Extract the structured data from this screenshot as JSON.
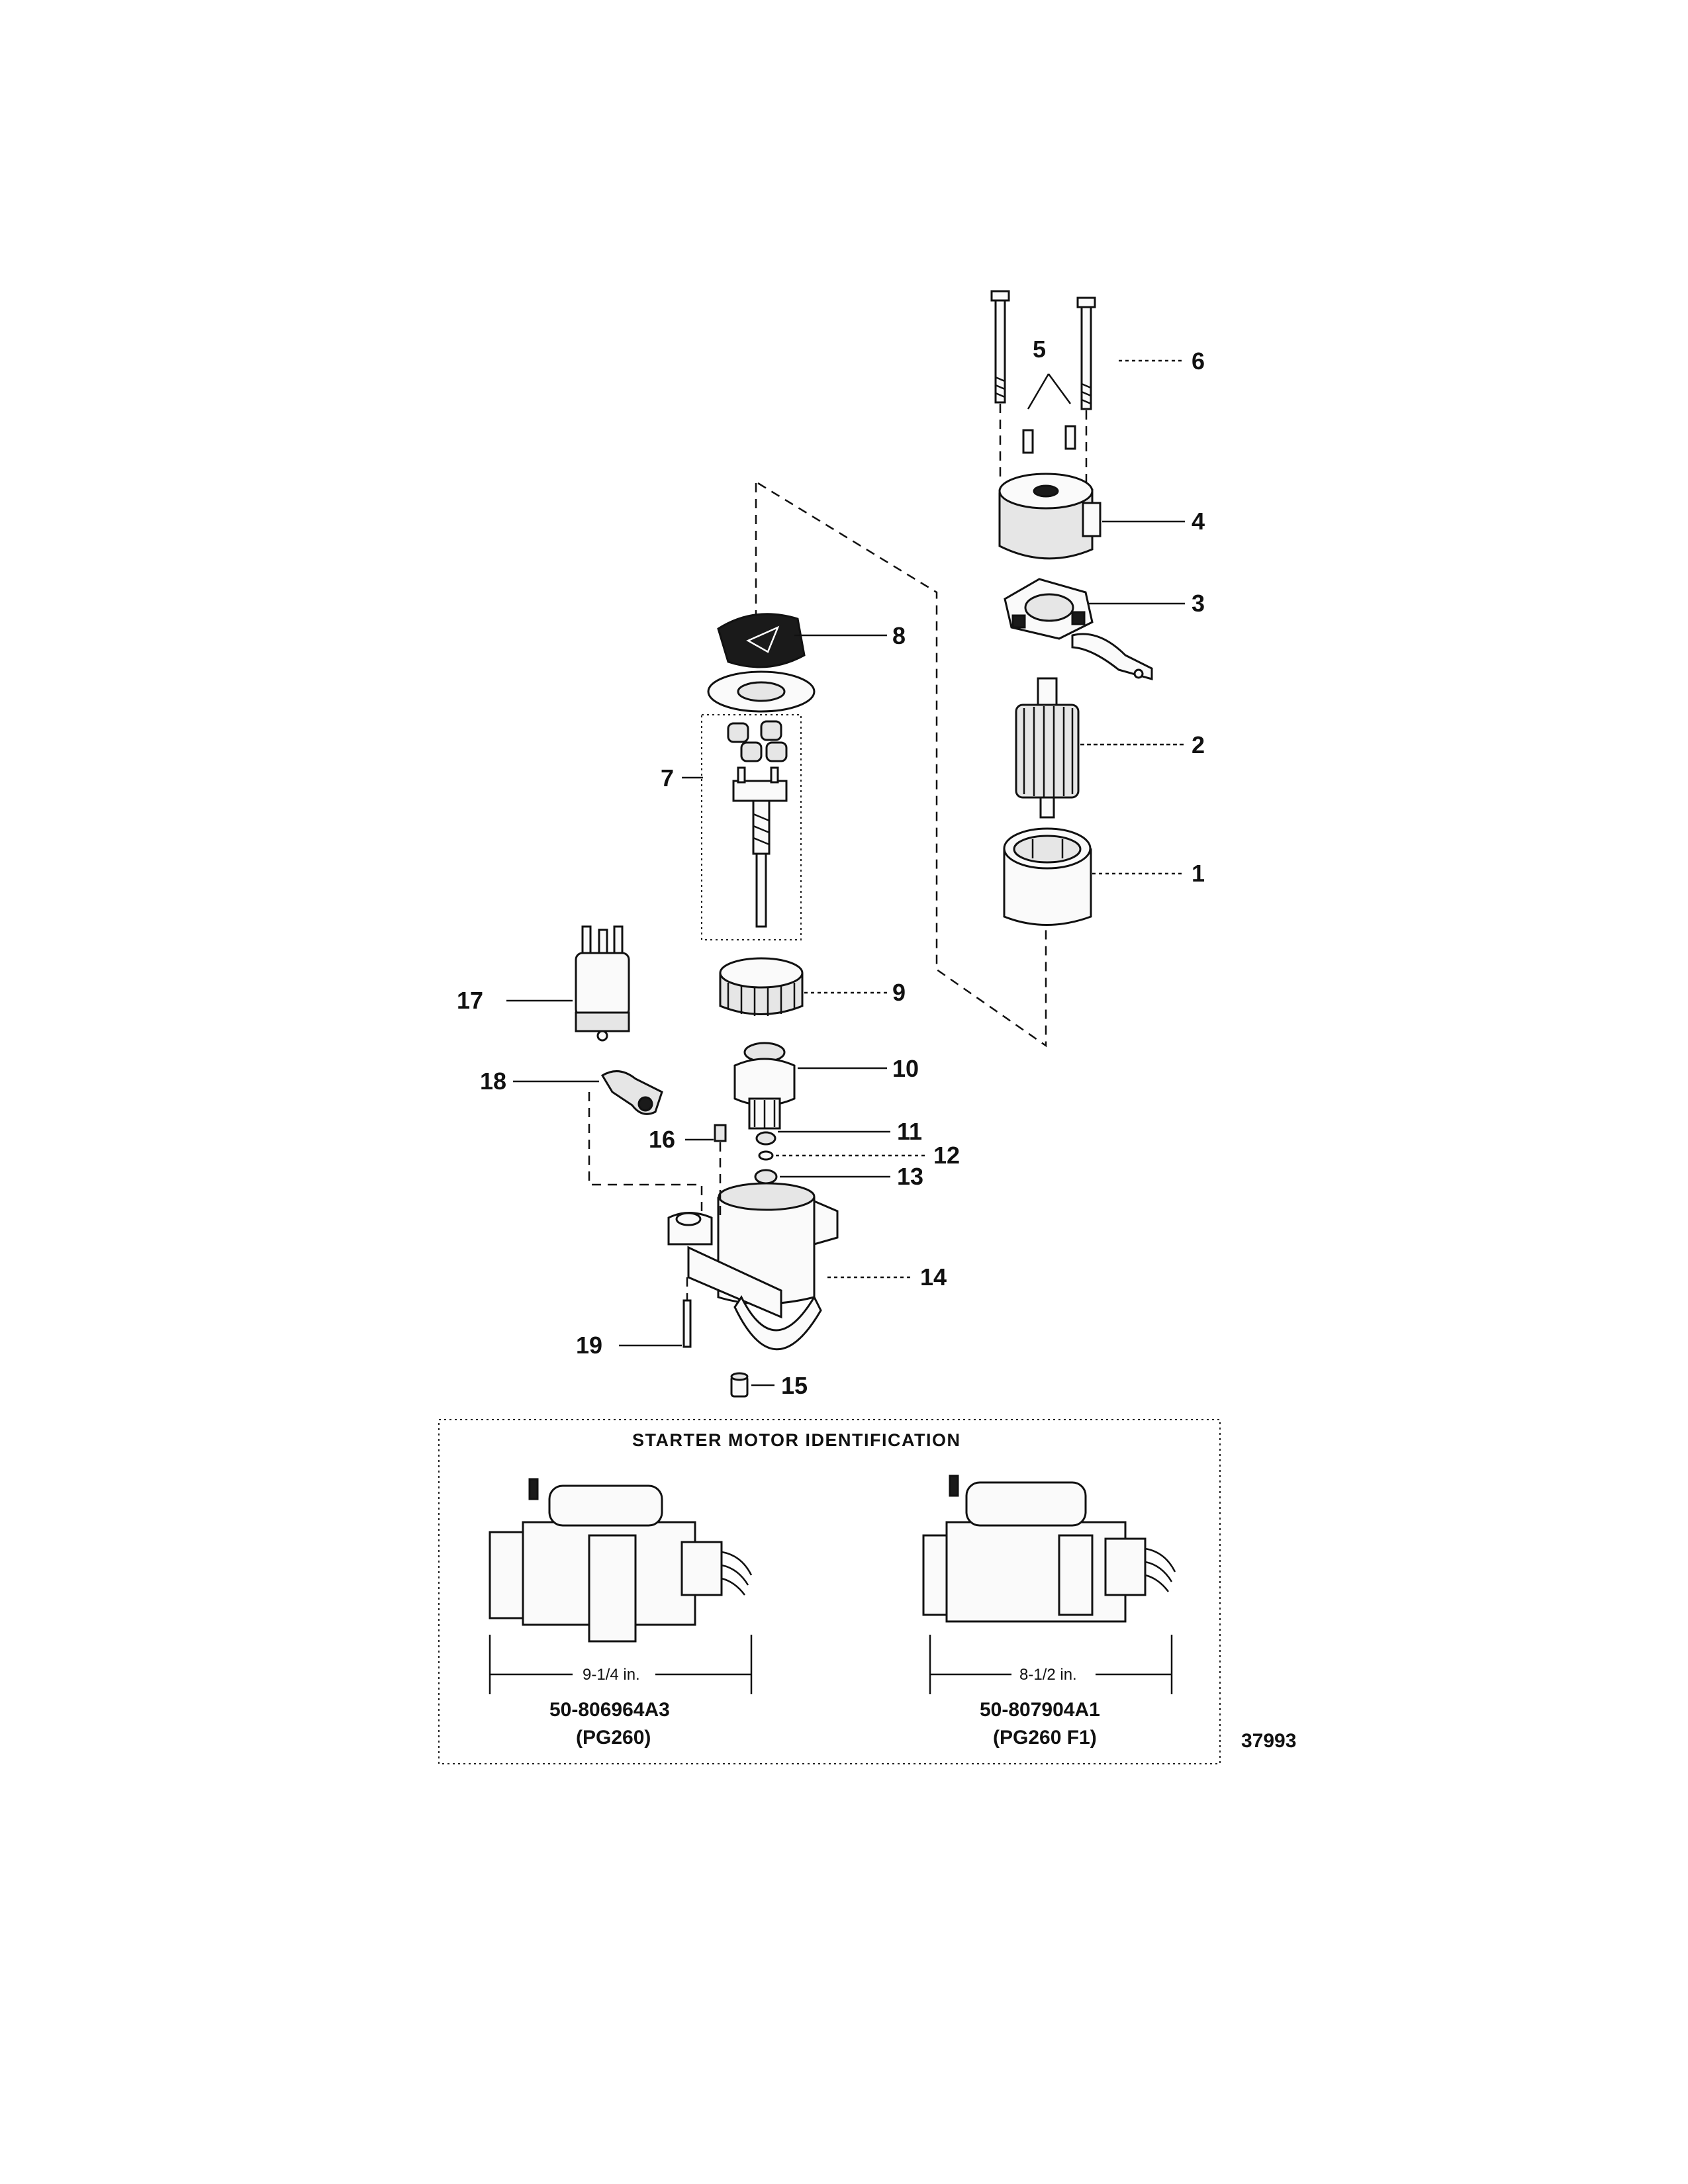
{
  "callouts": {
    "c1": "1",
    "c2": "2",
    "c3": "3",
    "c4": "4",
    "c5": "5",
    "c6": "6",
    "c7": "7",
    "c8": "8",
    "c9": "9",
    "c10": "10",
    "c11": "11",
    "c12": "12",
    "c13": "13",
    "c14": "14",
    "c15": "15",
    "c16": "16",
    "c17": "17",
    "c18": "18",
    "c19": "19"
  },
  "identification": {
    "title": "STARTER MOTOR IDENTIFICATION",
    "left": {
      "dimension": "9-1/4 in.",
      "part_number": "50-806964A3",
      "model": "(PG260)"
    },
    "right": {
      "dimension": "8-1/2 in.",
      "part_number": "50-807904A1",
      "model": "(PG260 F1)"
    }
  },
  "figure_number": "37993"
}
